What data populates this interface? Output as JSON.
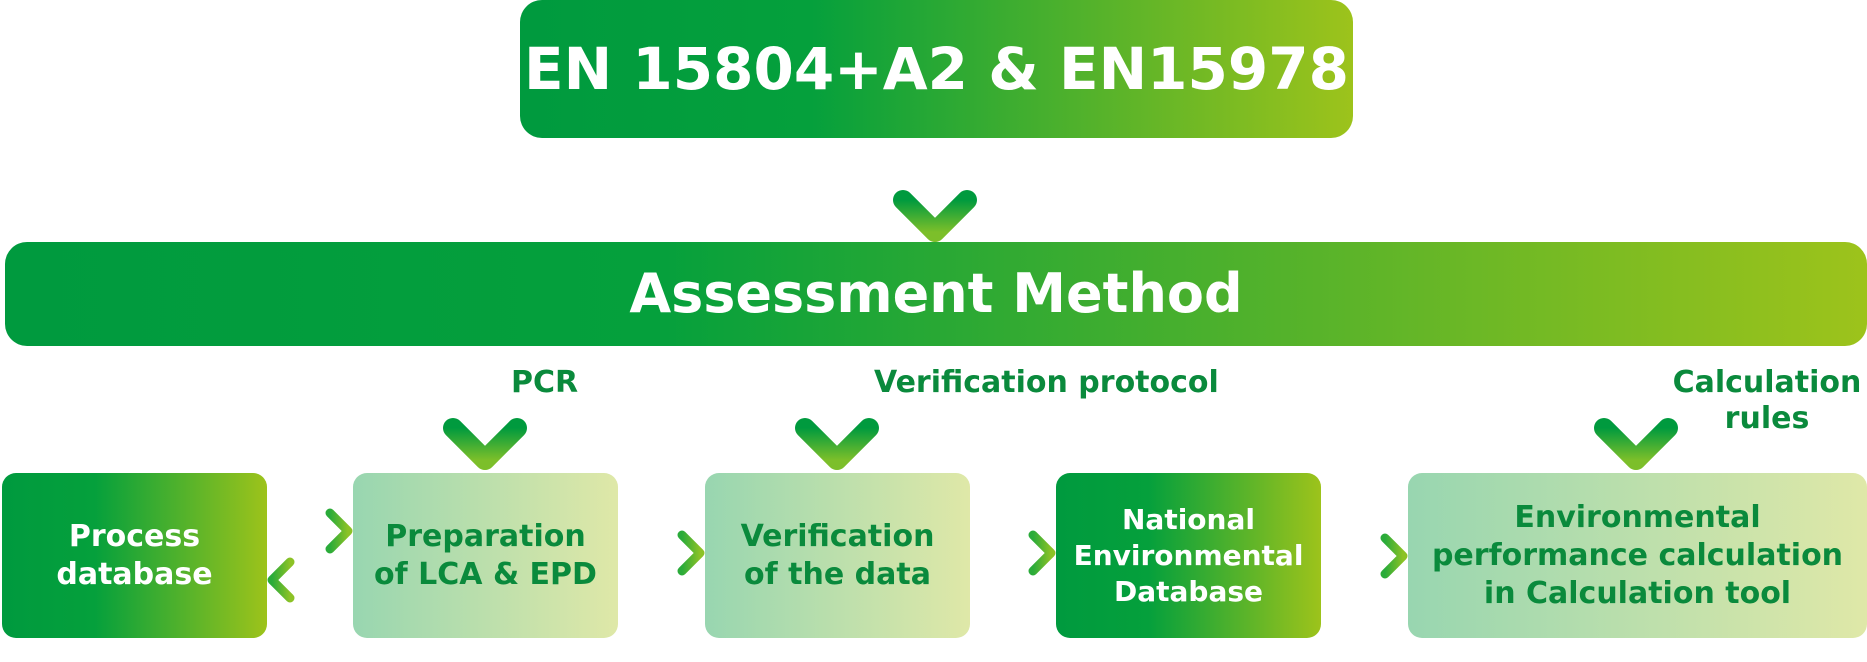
{
  "standards": {
    "title": "EN 15804+A2 & EN15978"
  },
  "method": {
    "title": "Assessment Method"
  },
  "arrow_labels": {
    "pcr": "PCR",
    "verification_protocol": "Verification protocol",
    "calculation_rules_line1": "Calculation",
    "calculation_rules_line2": "rules"
  },
  "boxes": {
    "process_database": [
      "Process",
      "database"
    ],
    "preparation": [
      "Preparation",
      "of LCA & EPD"
    ],
    "verification": [
      "Verification",
      "of the data"
    ],
    "national_db": [
      "National",
      "Environmental",
      "Database"
    ],
    "environmental_calc": [
      "Environmental",
      "performance calculation",
      "in Calculation tool"
    ]
  },
  "colors": {
    "dark_green": "#009a3e",
    "lime_green": "#9dc31b",
    "light_mint": "#98d6b0",
    "light_lime": "#dfe8a8",
    "text_green": "#0a8a3c"
  }
}
